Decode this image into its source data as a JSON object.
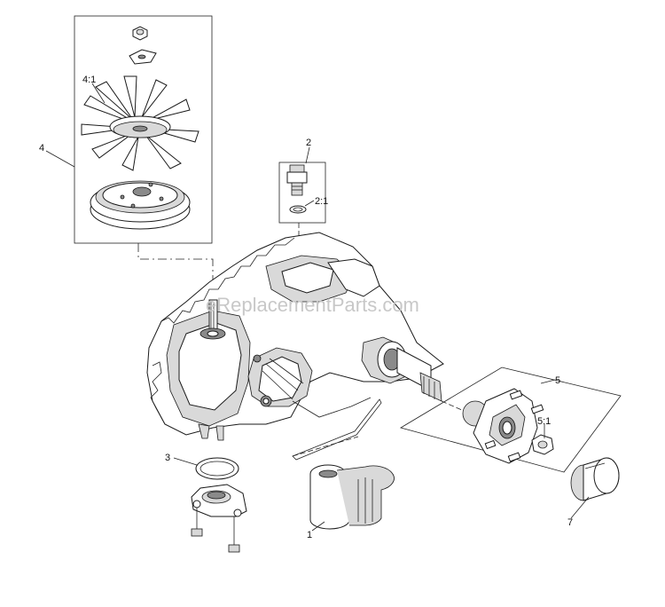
{
  "watermark": "eReplacementParts.com",
  "callouts": {
    "c1": "1",
    "c2": "2",
    "c2_1": "2:1",
    "c3": "3",
    "c4": "4",
    "c4_1": "4:1",
    "c5": "5",
    "c5_1": "5:1",
    "c7": "7"
  }
}
